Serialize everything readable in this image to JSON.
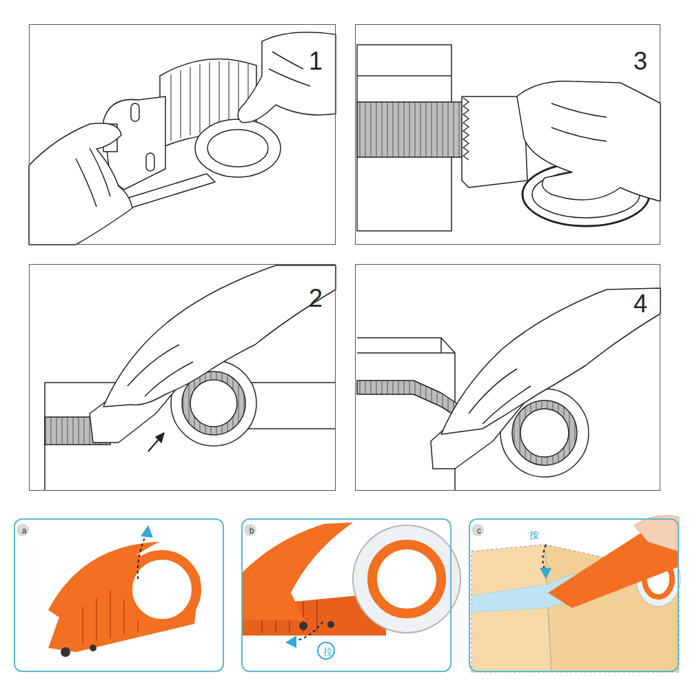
{
  "diagram": {
    "nodes": [
      {
        "text": [
          "1"
        ]
      },
      {
        "text": [
          "3"
        ]
      },
      {
        "text": [
          "2"
        ]
      },
      {
        "text": [
          "4"
        ]
      },
      {
        "text": [
          "a"
        ]
      },
      {
        "text": [
          "b",
          "拉"
        ]
      },
      {
        "text": [
          "c",
          "按"
        ]
      }
    ]
  }
}
